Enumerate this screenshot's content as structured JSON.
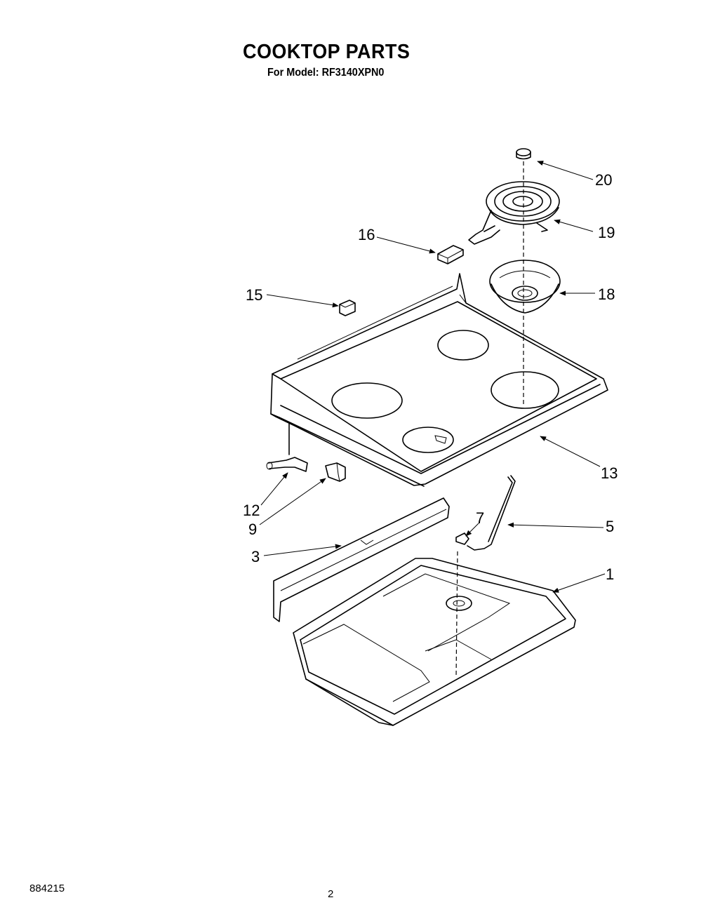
{
  "header": {
    "title": "COOKTOP PARTS",
    "subtitle": "For Model: RF3140XPN0"
  },
  "footer": {
    "doc_number": "884215",
    "page_number": "2"
  },
  "callouts": {
    "c20": "20",
    "c19": "19",
    "c16": "16",
    "c18": "18",
    "c15": "15",
    "c13": "13",
    "c12": "12",
    "c9": "9",
    "c7": "7",
    "c5": "5",
    "c3": "3",
    "c1": "1"
  }
}
